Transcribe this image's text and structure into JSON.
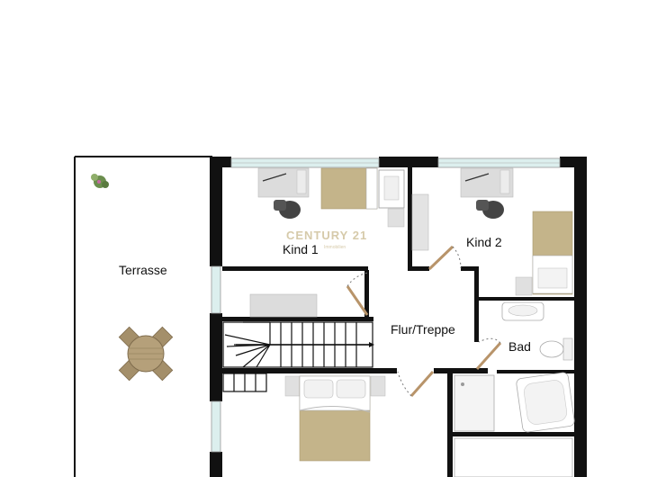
{
  "rooms": {
    "terrace": "Terrasse",
    "child1": "Kind 1",
    "child2": "Kind 2",
    "hall": "Flur/Treppe",
    "bath": "Bad"
  },
  "watermark": {
    "brand": "CENTURY 21",
    "sub": "Immobilien"
  },
  "colors": {
    "wall": "#111111",
    "bed": "#c4b48a",
    "floor": "#ffffff",
    "window_glass": "#dcefee",
    "door": "#b8946a",
    "furniture": "#d8d8d8",
    "watermark": "#c9b98e"
  },
  "icons": {
    "plant": "plant-icon",
    "table": "round-table-icon"
  }
}
